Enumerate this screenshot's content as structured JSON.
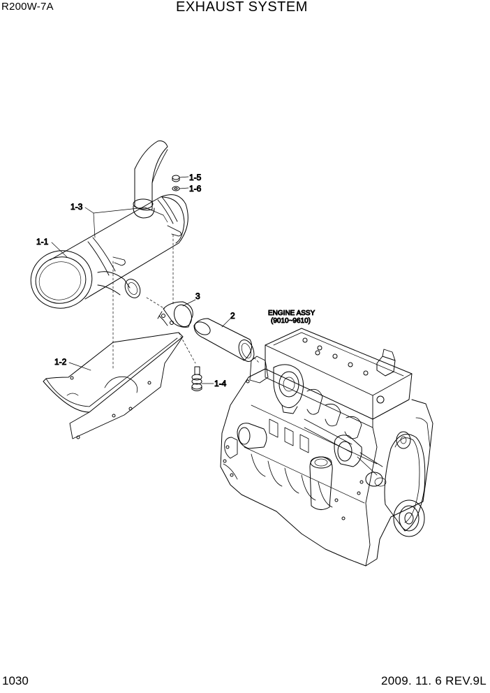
{
  "header": {
    "model": "R200W-7A",
    "title": "EXHAUST SYSTEM"
  },
  "footer": {
    "page_number": "1030",
    "revision": "2009. 11. 6  REV.9L"
  },
  "callouts": {
    "c_1_5": "1-5",
    "c_1_6": "1-6",
    "c_1_3": "1-3",
    "c_1_1": "1-1",
    "c_3": "3",
    "c_2": "2",
    "c_1_2": "1-2",
    "c_1_4": "1-4",
    "engine_assy": "ENGINE ASSY",
    "engine_range": "(9010~9610)"
  }
}
